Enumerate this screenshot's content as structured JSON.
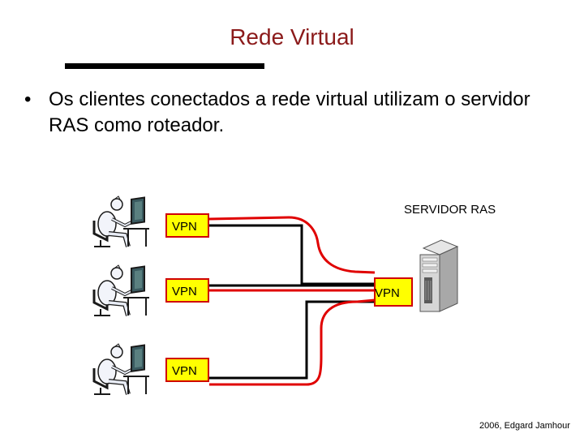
{
  "slide": {
    "title": "Rede Virtual",
    "bullet_symbol": "•",
    "bullet": "Os clientes conectados a rede virtual utilizam o servidor RAS como roteador.",
    "footer": "2006, Edgard Jamhour"
  },
  "diagram": {
    "server_label": "SERVIDOR RAS",
    "client_vpn_labels": [
      "VPN",
      "VPN",
      "VPN"
    ],
    "server_vpn_label": "VPN",
    "colors": {
      "tunnel": "#e00000",
      "cable": "#000000",
      "vpn_box_fill": "#ffff00",
      "vpn_box_border": "#d00000"
    },
    "icons": [
      "person-at-computer-icon",
      "person-at-computer-icon",
      "person-at-computer-icon",
      "server-tower-icon"
    ]
  }
}
